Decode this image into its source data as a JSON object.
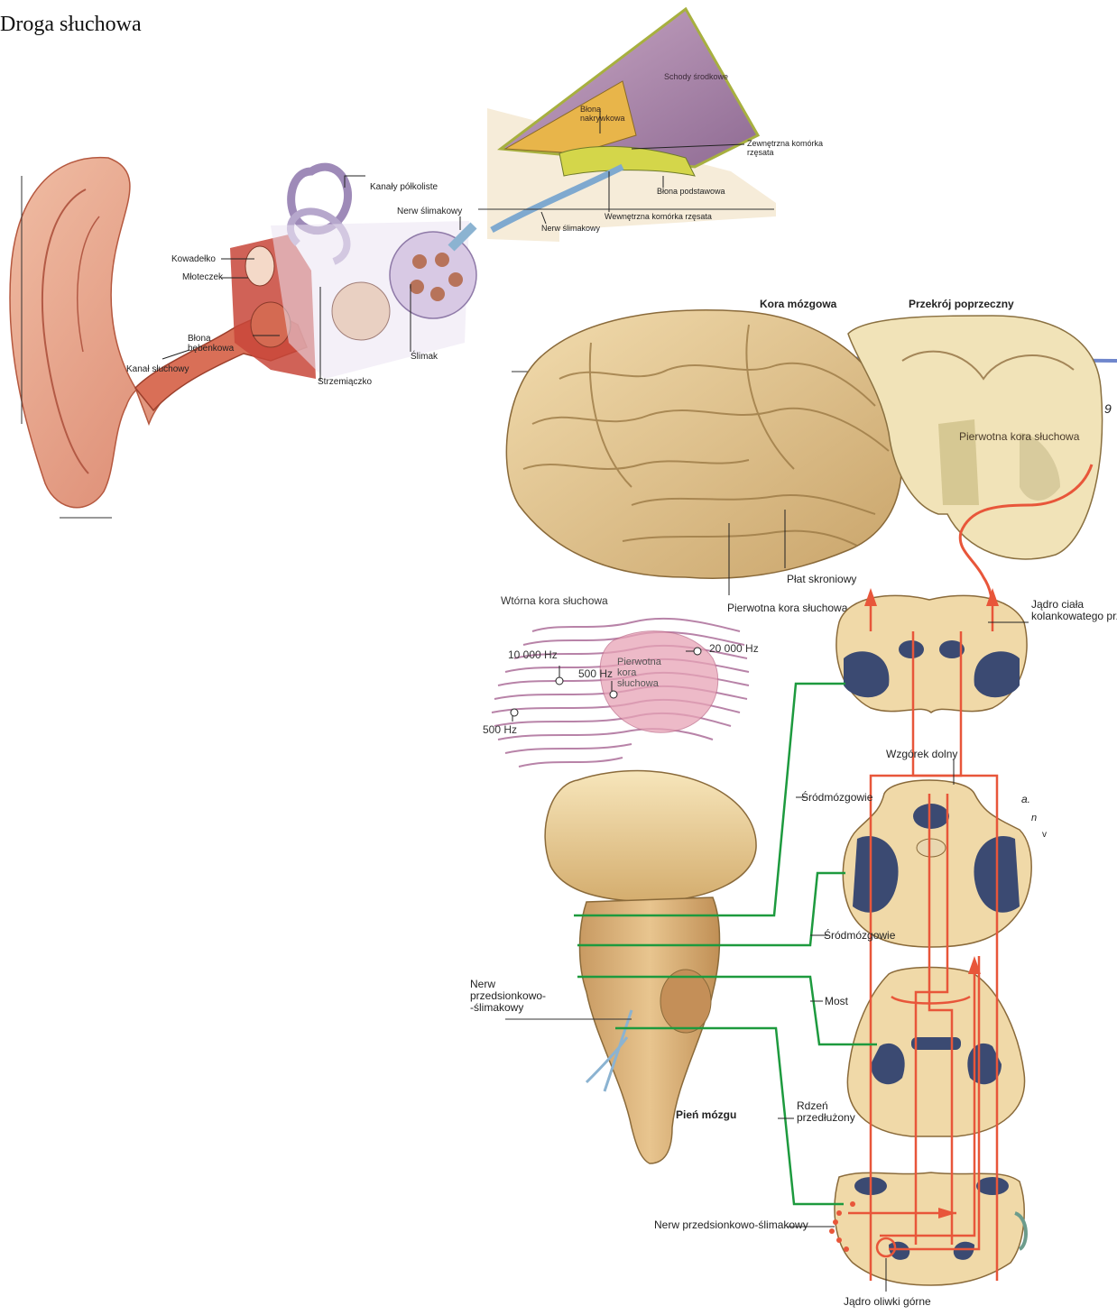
{
  "title": "Droga słuchowa",
  "ear": {
    "semicircular_canals": "Kanały półkoliste",
    "cochlear_nerve": "Nerw ślimakowy",
    "incus": "Kowadełko",
    "malleus": "Młoteczek",
    "tympanic_membrane": "Błona bębenkowa",
    "cochlea": "Ślimak",
    "ear_canal": "Kanał słuchowy",
    "stapes": "Strzemiączko"
  },
  "cochlea_section": {
    "scala_media": "Schody środkowe",
    "tectorial_membrane": "Błona nakrywkowa",
    "outer_hair_cell": "Zewnętrzna komórka rzęsata",
    "basilar_membrane": "Błona podstawowa",
    "inner_hair_cell": "Wewnętrzna komórka rzęsata",
    "cochlear_nerve": "Nerw ślimakowy"
  },
  "brain": {
    "cerebral_cortex": "Kora mózgowa",
    "cross_section": "Przekrój poprzeczny",
    "primary_auditory_cortex_section": "Pierwotna kora słuchowa",
    "temporal_lobe": "Płat skroniowy",
    "primary_auditory_cortex": "Pierwotna kora słuchowa",
    "secondary_auditory_cortex": "Wtórna kora słuchowa",
    "freq_10000": "10 000 Hz",
    "freq_500_inner": "500 Hz",
    "freq_20000": "20 000 Hz",
    "freq_500_outer": "500 Hz",
    "primary_cortex_inset": "Pierwotna kora słuchowa",
    "medial_geniculate": "Jądro ciała kolankowatego przyśrodkowego",
    "inferior_colliculus": "Wzgórek dolny",
    "midbrain_1": "Śródmózgowie",
    "midbrain_2": "Śródmózgowie",
    "pons": "Most",
    "vestibulocochlear_nerve_left": "Nerw przedsionkowo--ślimakowy",
    "medulla": "Rdzeń przedłużony",
    "brainstem": "Pień mózgu",
    "vestibulocochlear_nerve_right": "Nerw przedsionkowo-ślimakowy",
    "superior_olive": "Jądro oliwki górne"
  },
  "margin_marks": [
    "9",
    "a.",
    "n",
    "v"
  ],
  "colors": {
    "pathway": "#e8563a",
    "level_lines": "#1d9a3e",
    "scan_line": "#6f86cc",
    "cortex_patch": "#e7a3b6",
    "gyri": "#b883a8",
    "brain_tissue": "#e6c690",
    "nuclei": "#3b4a72",
    "ear_skin": "#e6a58a"
  }
}
